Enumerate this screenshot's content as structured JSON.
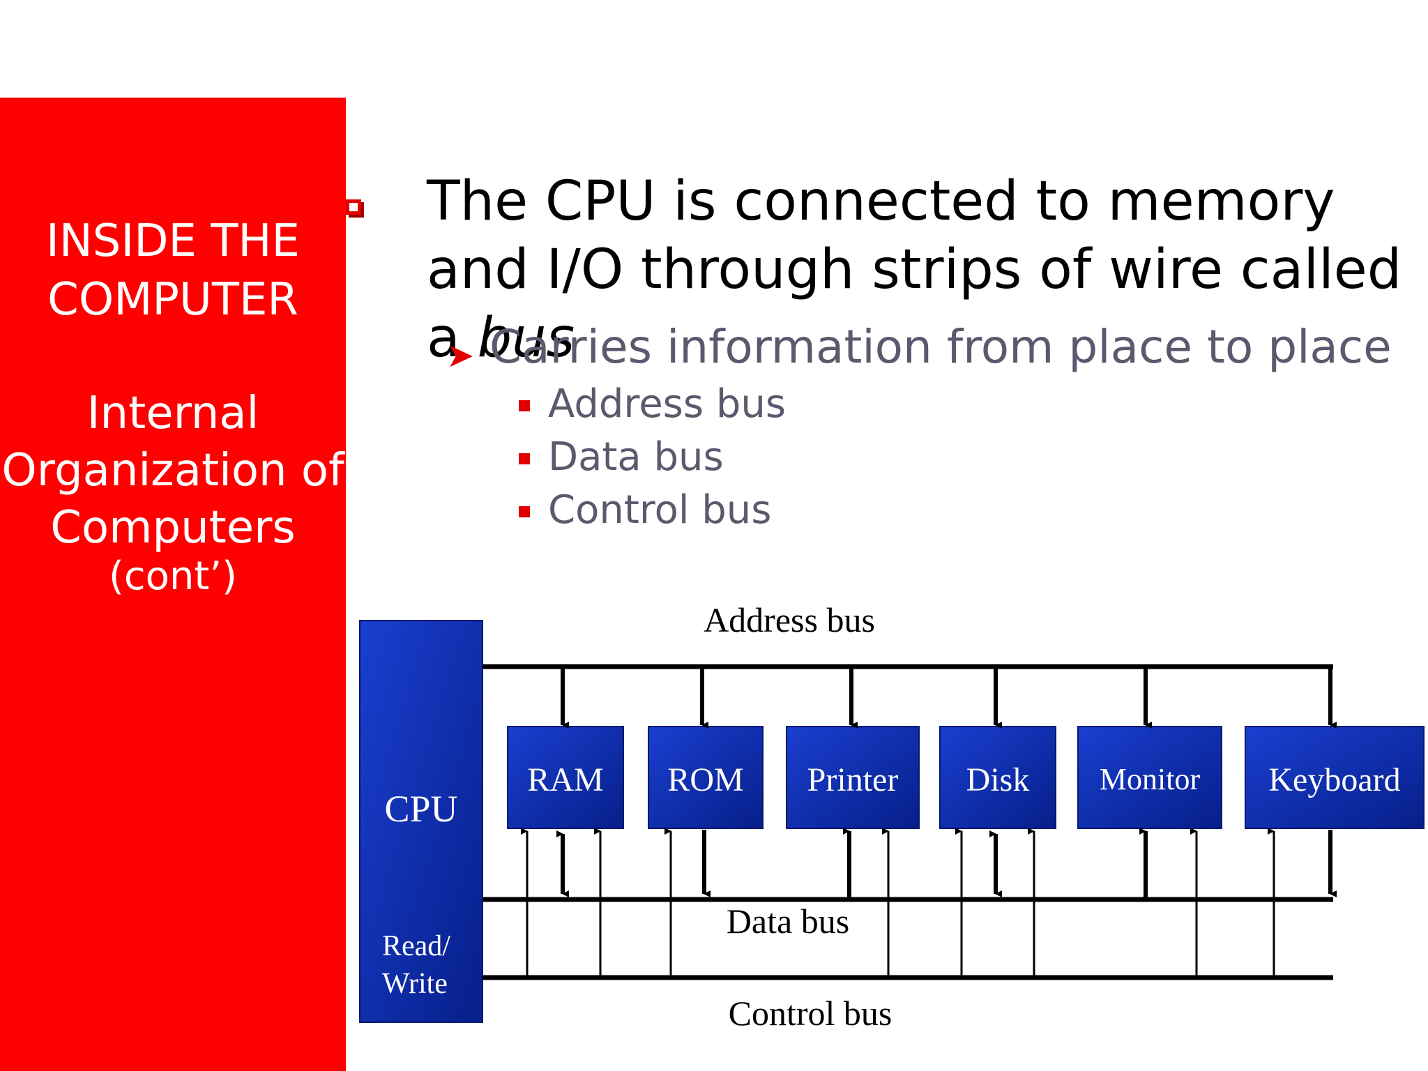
{
  "sidebar": {
    "title_line1": "INSIDE THE",
    "title_line2": "COMPUTER",
    "subtitle_line1": "Internal",
    "subtitle_line2": "Organization of",
    "subtitle_line3": "Computers",
    "subtitle_cont": "(cont’)"
  },
  "content": {
    "bullet1_part1": "The CPU is connected to memory and I/O through strips of wire called a ",
    "bullet1_emph": "bus",
    "bullet2": "Carries information from place to place",
    "sub_items": [
      "Address bus",
      "Data bus",
      "Control bus"
    ]
  },
  "diagram": {
    "cpu_label": "CPU",
    "rw_line1": "Read/",
    "rw_line2": "Write",
    "address_bus_label": "Address bus",
    "data_bus_label": "Data bus",
    "control_bus_label": "Control bus",
    "devices": [
      "RAM",
      "ROM",
      "Printer",
      "Disk",
      "Monitor",
      "Keyboard"
    ]
  },
  "colors": {
    "sidebar": "#ff0000",
    "box_blue": "#0b2aa6",
    "accent_red": "#e00000",
    "sub_text": "#5a5a6e"
  }
}
